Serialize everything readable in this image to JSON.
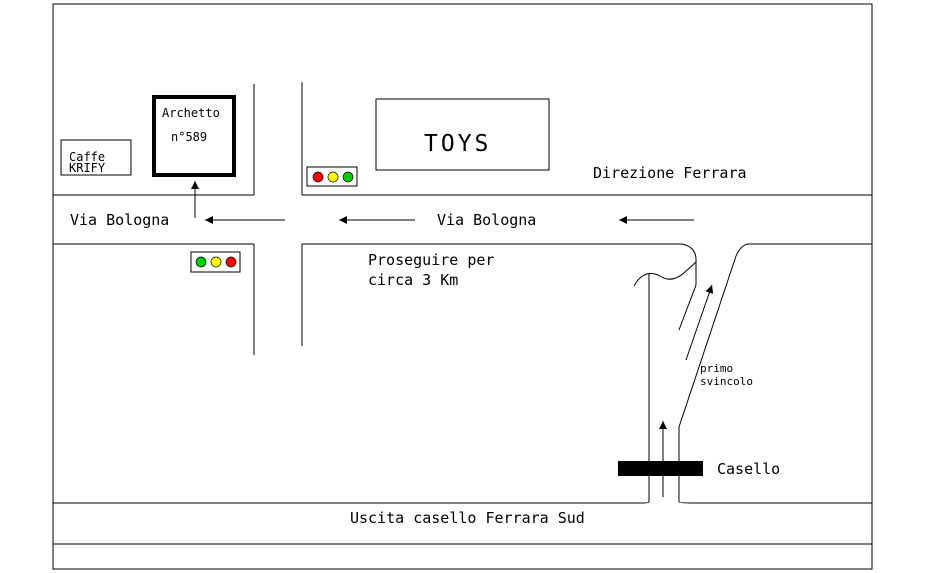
{
  "labels": {
    "caffe_line1": "Caffe",
    "caffe_line2": "KRIFY",
    "archetto_line1": "Archetto",
    "archetto_line2": "n°589",
    "toys": "TOYS",
    "direzione": "Direzione Ferrara",
    "via_bologna_left": "Via Bologna",
    "via_bologna_right": "Via Bologna",
    "proseguire_line1": "Proseguire per",
    "proseguire_line2": "circa 3 Km",
    "primo_line1": "primo",
    "primo_line2": "svincolo",
    "casello": "Casello",
    "uscita": "Uscita casello Ferrara Sud"
  },
  "traffic_lights": {
    "upper": [
      "#ff0000",
      "#ffff00",
      "#00cc00"
    ],
    "lower": [
      "#00cc00",
      "#ffff00",
      "#ff0000"
    ]
  },
  "colors": {
    "line": "#000000",
    "background": "#ffffff"
  }
}
